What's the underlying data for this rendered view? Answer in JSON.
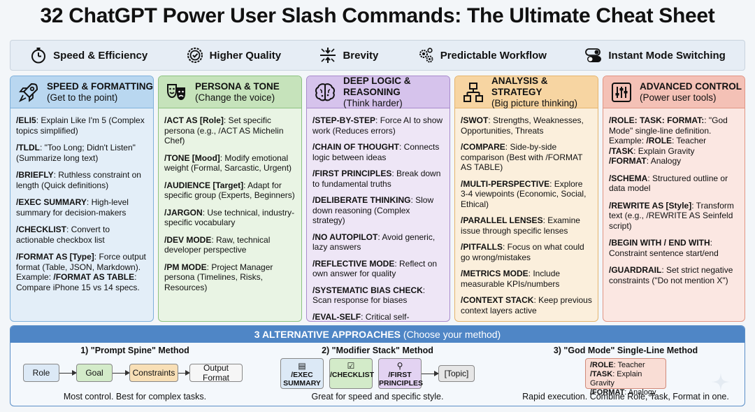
{
  "title": "32 ChatGPT Power User Slash Commands: The Ultimate Cheat Sheet",
  "benefits": [
    {
      "icon": "stopwatch-icon",
      "label": "Speed & Efficiency"
    },
    {
      "icon": "quality-badge-icon",
      "label": "Higher Quality"
    },
    {
      "icon": "compress-arrows-icon",
      "label": "Brevity"
    },
    {
      "icon": "gears-icon",
      "label": "Predictable Workflow"
    },
    {
      "icon": "toggle-switch-icon",
      "label": "Instant Mode Switching"
    }
  ],
  "columns": [
    {
      "icon": "rocket-icon",
      "title": "SPEED & FORMATTING",
      "subtitle": "(Get to the point)",
      "items": [
        {
          "cmd": "/ELI5",
          "desc": ": Explain Like I'm 5 (Complex topics simplified)"
        },
        {
          "cmd": "/TLDL",
          "desc": ": \"Too Long; Didn't Listen\" (Summarize long text)"
        },
        {
          "cmd": "/BRIEFLY",
          "desc": ": Ruthless constraint on length (Quick definitions)"
        },
        {
          "cmd": "/EXEC SUMMARY",
          "desc": ": High-level summary for decision-makers"
        },
        {
          "cmd": "/CHECKLIST",
          "desc": ": Convert to actionable checkbox list"
        },
        {
          "cmd": "/FORMAT AS [Type]",
          "desc": ": Force output format (Table, JSON, Markdown). Example: ",
          "cmd2": "/FORMAT AS TABLE",
          "desc2": ": Compare iPhone 15 vs 14 specs."
        }
      ]
    },
    {
      "icon": "theater-masks-icon",
      "title": "PERSONA & TONE",
      "subtitle": "(Change the voice)",
      "items": [
        {
          "cmd": "/ACT AS [Role]",
          "desc": ": Set specific persona (e.g., /ACT AS Michelin Chef)"
        },
        {
          "cmd": "/TONE [Mood]",
          "desc": ": Modify emotional weight (Formal, Sarcastic, Urgent)"
        },
        {
          "cmd": "/AUDIENCE [Target]",
          "desc": ": Adapt for specific group (Experts, Beginners)"
        },
        {
          "cmd": "/JARGON",
          "desc": ": Use technical, industry-specific vocabulary"
        },
        {
          "cmd": "/DEV MODE",
          "desc": ": Raw, technical developer perspective"
        },
        {
          "cmd": "/PM MODE",
          "desc": ": Project Manager persona (Timelines, Risks, Resources)"
        }
      ]
    },
    {
      "icon": "brain-icon",
      "title": "DEEP LOGIC & REASONING",
      "subtitle": "(Think harder)",
      "items": [
        {
          "cmd": "/STEP-BY-STEP",
          "desc": ": Force AI to show work (Reduces errors)"
        },
        {
          "cmd": "/CHAIN OF THOUGHT",
          "desc": ": Connects logic between ideas"
        },
        {
          "cmd": "/FIRST PRINCIPLES",
          "desc": ": Break down to fundamental truths"
        },
        {
          "cmd": "/DELIBERATE THINKING",
          "desc": ": Slow down reasoning (Complex strategy)"
        },
        {
          "cmd": "/NO AUTOPILOT",
          "desc": ": Avoid generic, lazy answers"
        },
        {
          "cmd": "/REFLECTIVE MODE",
          "desc": ": Reflect on own answer for quality"
        },
        {
          "cmd": "/SYSTEMATIC BIAS CHECK",
          "desc": ": Scan response for biases"
        },
        {
          "cmd": "/EVAL-SELF",
          "desc": ": Critical self-evaluation at end"
        }
      ]
    },
    {
      "icon": "flowchart-icon",
      "title": "ANALYSIS & STRATEGY",
      "subtitle": "(Big picture thinking)",
      "items": [
        {
          "cmd": "/SWOT",
          "desc": ": Strengths, Weaknesses, Opportunities, Threats"
        },
        {
          "cmd": "/COMPARE",
          "desc": ": Side-by-side comparison (Best with /FORMAT AS TABLE)"
        },
        {
          "cmd": "/MULTI-PERSPECTIVE",
          "desc": ": Explore 3-4 viewpoints (Economic, Social, Ethical)"
        },
        {
          "cmd": "/PARALLEL LENSES",
          "desc": ": Examine issue through specific lenses"
        },
        {
          "cmd": "/PITFALLS",
          "desc": ": Focus on what could go wrong/mistakes"
        },
        {
          "cmd": "/METRICS MODE",
          "desc": ": Include measurable KPIs/numbers"
        },
        {
          "cmd": "/CONTEXT STACK",
          "desc": ": Keep previous context layers active"
        }
      ]
    },
    {
      "icon": "sliders-icon",
      "title": "ADVANCED CONTROL",
      "subtitle": "(Power user tools)",
      "items": [
        {
          "cmd": "/ROLE: TASK: FORMAT:",
          "desc": ": \"God Mode\" single-line definition. Example: ",
          "cmd2": "/ROLE",
          "desc2": ": Teacher ",
          "cmd3": "/TASK",
          "desc3": ": Explain Gravity ",
          "cmd4": "/FORMAT",
          "desc4": ": Analogy"
        },
        {
          "cmd": "/SCHEMA",
          "desc": ": Structured outline or data model"
        },
        {
          "cmd": "/REWRITE AS [Style]",
          "desc": ": Transform text (e.g., /REWRITE AS Seinfeld script)"
        },
        {
          "cmd": "/BEGIN WITH / END WITH",
          "desc": ": Constraint sentence start/end"
        },
        {
          "cmd": "/GUARDRAIL",
          "desc": ": Set strict negative constraints (\"Do not mention X\")"
        }
      ]
    }
  ],
  "approaches": {
    "heading_bold": "3 ALTERNATIVE APPROACHES",
    "heading_rest": " (Choose your method)",
    "methods": [
      {
        "title": "1) \"Prompt Spine\" Method",
        "steps": [
          "Role",
          "Goal",
          "Constraints",
          "Output Format"
        ],
        "caption": "Most control. Best for complex tasks."
      },
      {
        "title": "2) \"Modifier Stack\" Method",
        "steps": [
          {
            "icon": "document-icon",
            "label": "/EXEC SUMMARY"
          },
          {
            "icon": "checkbox-icon",
            "label": "/CHECKLIST"
          },
          {
            "icon": "magnifier-icon",
            "label": "/FIRST PRINCIPLES"
          }
        ],
        "target": "[Topic]",
        "caption": "Great for speed and specific style."
      },
      {
        "title": "3) \"God Mode\" Single-Line Method",
        "lines": [
          {
            "cmd": "/ROLE",
            "desc": ": Teacher"
          },
          {
            "cmd": "/TASK",
            "desc": ": Explain Gravity"
          },
          {
            "cmd": "/FORMAT",
            "desc": ": Analogy"
          }
        ],
        "caption": "Rapid execution. Combine Role, Task, Format in one."
      }
    ]
  },
  "colors": {
    "speed": "#b9d7f0",
    "persona": "#c6e3bb",
    "logic": "#d6c3ec",
    "analysis": "#f7d5a2",
    "control": "#f4c1b6",
    "approaches_header": "#4f86c6"
  }
}
